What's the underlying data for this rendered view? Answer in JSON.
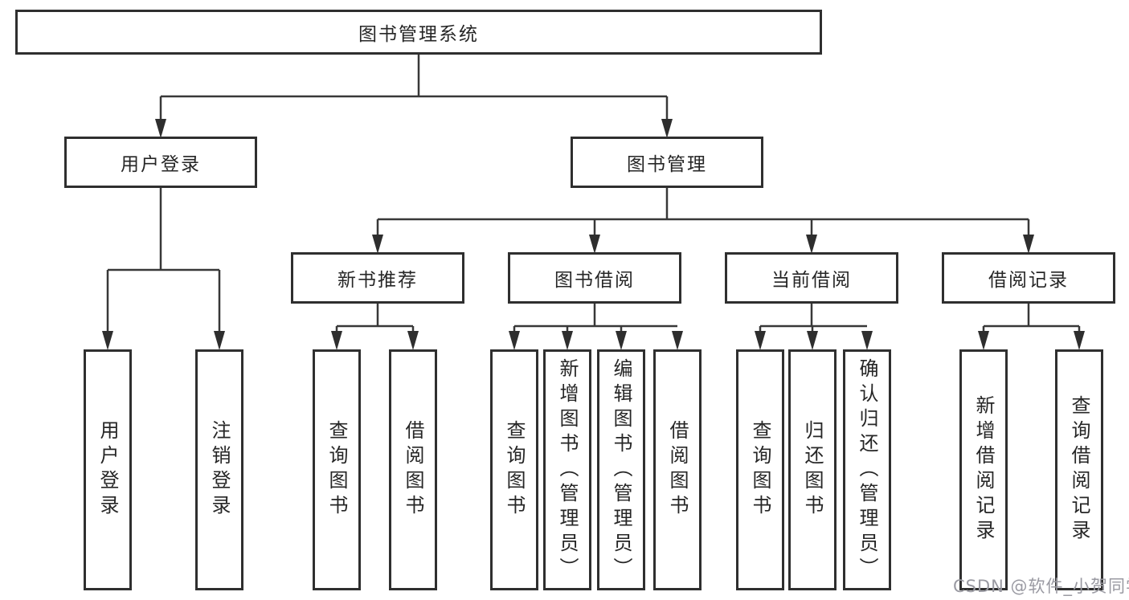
{
  "diagram": {
    "type": "hierarchy-tree",
    "title": "图书管理系统"
  },
  "nodes": {
    "root": "图书管理系统",
    "user_login": "用户登录",
    "book_mgmt": "图书管理",
    "new_book_rec": "新书推荐",
    "book_borrow": "图书借阅",
    "current_borrow": "当前借阅",
    "borrow_records": "借阅记录",
    "leaf_login": "用户登录",
    "leaf_logout": "注销登录",
    "nb_query_book": "查询图书",
    "nb_borrow_book": "借阅图书",
    "bb_query_book": "查询图书",
    "bb_add_book_admin": "新增图书（管理员）",
    "bb_edit_book_admin": "编辑图书（管理员）",
    "bb_borrow_book": "借阅图书",
    "cb_query_book": "查询图书",
    "cb_return_book": "归还图书",
    "cb_confirm_return_admin": "确认归还（管理员）",
    "br_add_record": "新增借阅记录",
    "br_query_record": "查询借阅记录"
  },
  "watermark": "CSDN @软件_小贺同学",
  "colors": {
    "line": "#383838",
    "border": "#2f2f2f",
    "text": "#262626",
    "background": "#ffffff",
    "watermark": "#9a9aa2"
  }
}
